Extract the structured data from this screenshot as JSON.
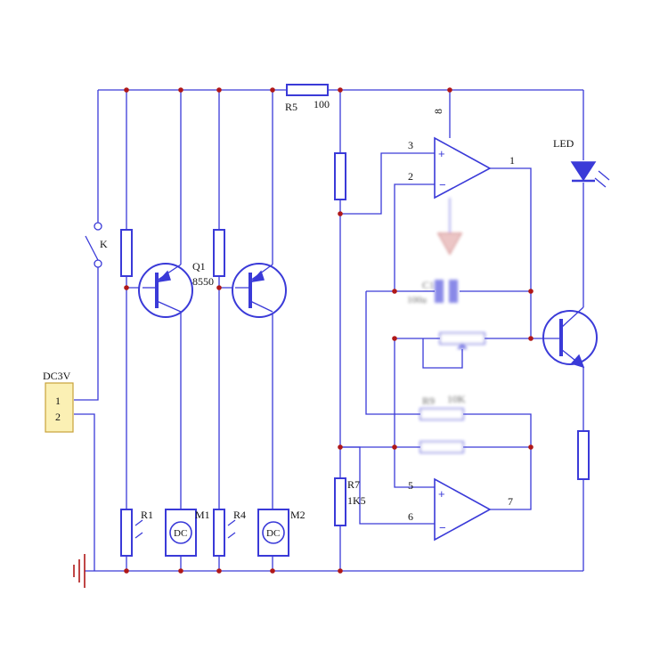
{
  "labels": {
    "r5": "R5",
    "r5_value": "100",
    "pin8": "8",
    "pin3": "3",
    "pin2": "2",
    "pin1": "1",
    "pin5": "5",
    "pin6": "6",
    "pin7": "7",
    "led": "LED",
    "switch": "K",
    "q1": "Q1",
    "q1_type": "8550",
    "power": "DC3V",
    "term1": "1",
    "term2": "2",
    "r7": "R7",
    "r7_value": "1K5",
    "r1": "R1",
    "m1": "M1",
    "r4": "R4",
    "m2": "M2",
    "motor_text": "DC",
    "c1": "C1",
    "c1_value": "100u",
    "r9": "R9",
    "r9_value": "10K"
  },
  "colors": {
    "wire": "#3a3ad8",
    "node": "#b01818",
    "connector": "#fbf0b4"
  }
}
